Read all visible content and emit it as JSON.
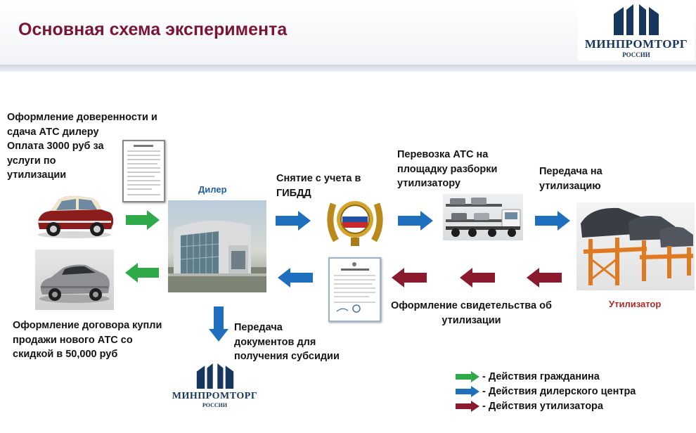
{
  "title": "Основная схема эксперимента",
  "logo": {
    "name": "МИНПРОМТОРГ",
    "sub": "РОССИИ"
  },
  "steps": {
    "citizen_handover": "Оформление доверенности и\nсдача АТС дилеру\nОплата 3000 руб за\nуслуги по\nутилизации",
    "dealer_label": "Дилер",
    "deregistration": "Снятие с учета в\nГИБДД",
    "transport": "Перевозка АТС на\nплощадку разборки\nутилизатору",
    "handover_recycler": "Передача на\nутилизацию",
    "recycler_label": "Утилизатор",
    "certificate": "Оформление свидетельства об\nутилизации",
    "purchase": "Оформление договора купли\nпродажи нового АТС со\nскидкой в 50,000 руб",
    "documents_subsidy": "Передача\nдокументов для\nполучения субсидии"
  },
  "legend": [
    {
      "label": "- Действия гражданина",
      "color": "#2eaa4a"
    },
    {
      "label": "- Действия дилерского центра",
      "color": "#1f6fbf"
    },
    {
      "label": "- Действия утилизатора",
      "color": "#8b1a2e"
    }
  ],
  "colors": {
    "citizen": "#2eaa4a",
    "dealer": "#1f6fbf",
    "recycler": "#8b1a2e",
    "title": "#7a1535"
  }
}
